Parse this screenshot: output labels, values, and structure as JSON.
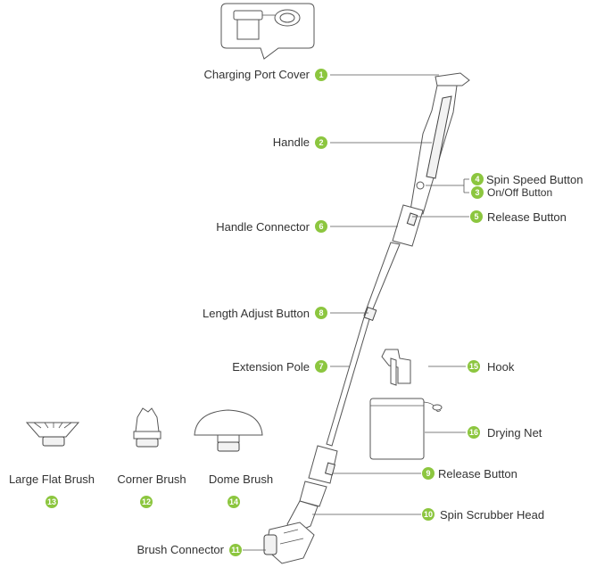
{
  "accent_color": "#8cc63f",
  "callouts": {
    "c1": {
      "label": "Charging Port Cover",
      "num": "1"
    },
    "c2": {
      "label": "Handle",
      "num": "2"
    },
    "c3": {
      "label": "On/Off Button",
      "num": "3"
    },
    "c4": {
      "label": "Spin Speed Button",
      "num": "4"
    },
    "c5": {
      "label": "Release Button",
      "num": "5"
    },
    "c6": {
      "label": "Handle Connector",
      "num": "6"
    },
    "c7": {
      "label": "Extension Pole",
      "num": "7"
    },
    "c8": {
      "label": "Length Adjust Button",
      "num": "8"
    },
    "c9": {
      "label": "Release Button",
      "num": "9"
    },
    "c10": {
      "label": "Spin Scrubber Head",
      "num": "10"
    },
    "c11": {
      "label": "Brush Connector",
      "num": "11"
    },
    "c12": {
      "label": "Corner Brush",
      "num": "12"
    },
    "c13": {
      "label": "Large Flat Brush",
      "num": "13"
    },
    "c14": {
      "label": "Dome Brush",
      "num": "14"
    },
    "c15": {
      "label": "Hook",
      "num": "15"
    },
    "c16": {
      "label": "Drying Net",
      "num": "16"
    }
  },
  "icons": [
    "charging-port-inset-icon",
    "handle-icon",
    "pole-icon",
    "scrubber-head-icon",
    "hook-icon",
    "drying-net-icon",
    "large-flat-brush-icon",
    "corner-brush-icon",
    "dome-brush-icon"
  ]
}
